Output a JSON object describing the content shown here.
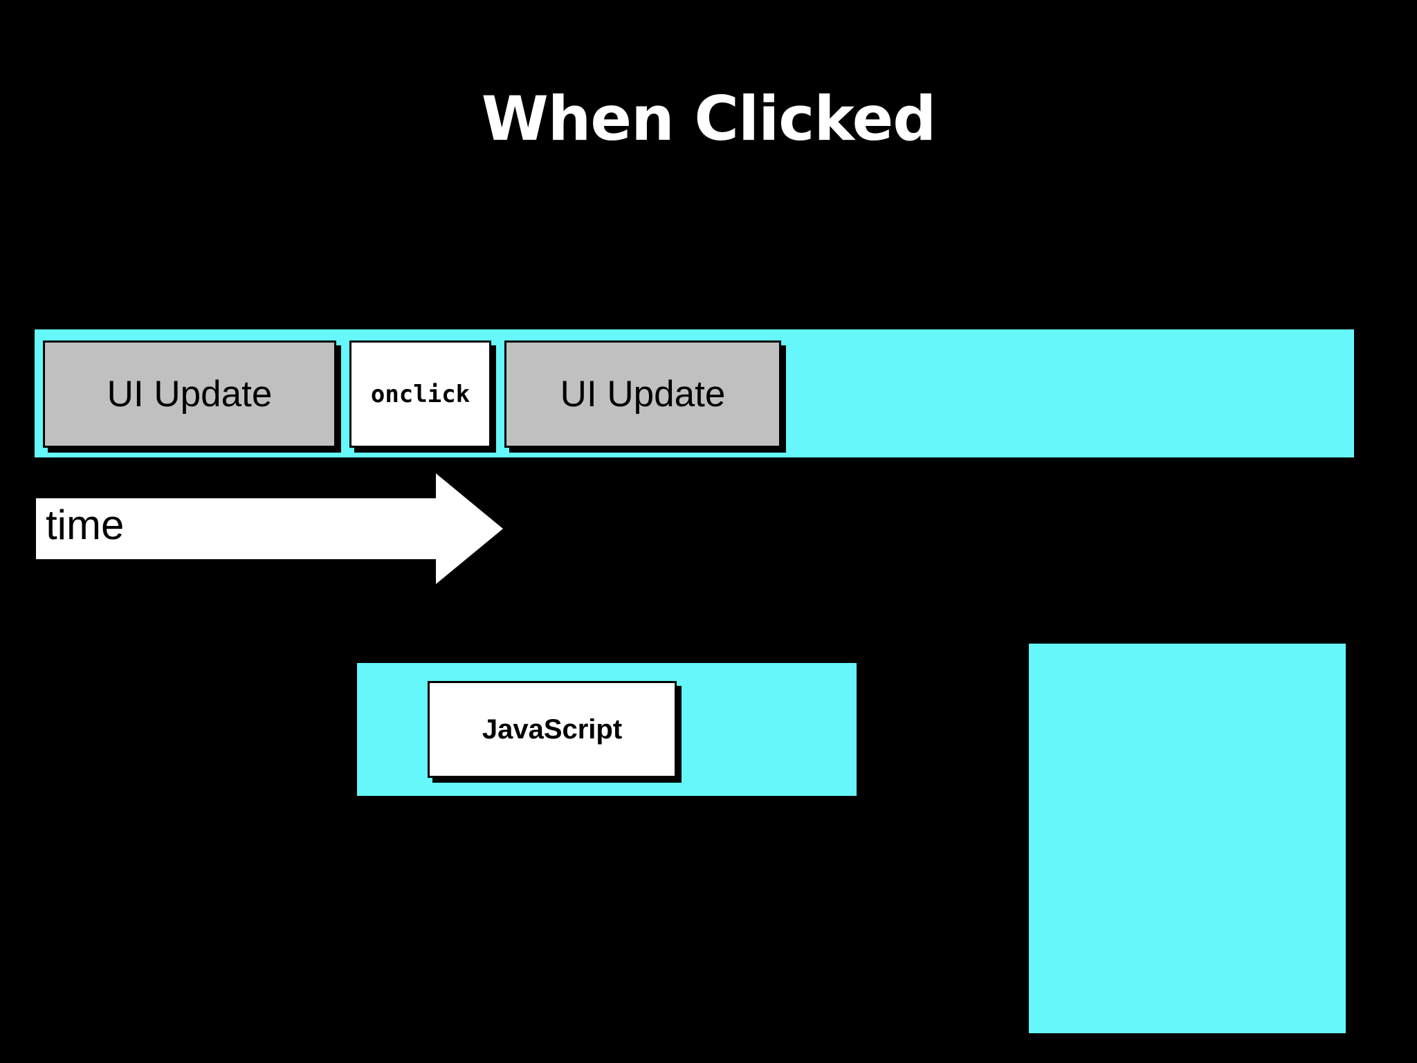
{
  "slide": {
    "title": "When Clicked",
    "background_color": "#000000",
    "accent_color": "#66f7fa",
    "box_gray": "#c0c0c0",
    "box_white": "#ffffff",
    "text_color": "#ffffff"
  },
  "timeline": {
    "band_color": "#66f7fa",
    "segments": [
      {
        "label": "UI Update",
        "kind": "ui-update",
        "fill": "#c0c0c0"
      },
      {
        "label": "onclick",
        "kind": "handler",
        "fill": "#ffffff"
      },
      {
        "label": "UI Update",
        "kind": "ui-update",
        "fill": "#c0c0c0"
      }
    ]
  },
  "time_axis": {
    "label": "time",
    "direction": "right",
    "arrow_color": "#ffffff"
  },
  "javascript_band": {
    "band_color": "#66f7fa",
    "box_label": "JavaScript",
    "box_fill": "#ffffff"
  },
  "right_block": {
    "fill": "#66f7fa",
    "label": ""
  }
}
